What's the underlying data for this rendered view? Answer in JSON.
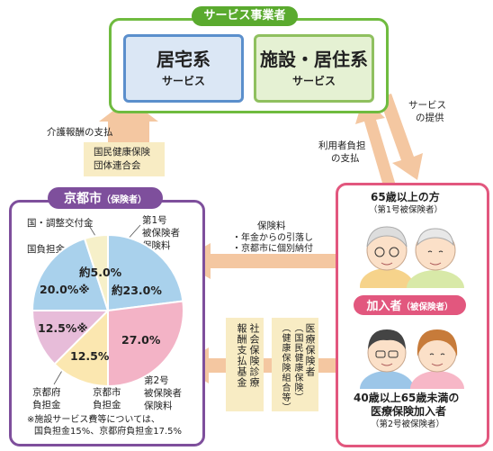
{
  "provider": {
    "title": "サービス事業者",
    "home": {
      "title": "居宅系",
      "sub": "サービス"
    },
    "facility": {
      "title": "施設・居住系",
      "sub": "サービス"
    }
  },
  "flows": {
    "remuneration_payment": "介護報酬の支払",
    "federation": [
      "国民健康保険",
      "団体連合会"
    ],
    "service_provision": [
      "サービス",
      "の提供"
    ],
    "user_copay": [
      "利用者負担",
      "の支払"
    ],
    "premium": {
      "title": "保険料",
      "line1": "・年金からの引落し",
      "line2": "・京都市に個別納付"
    },
    "fund": [
      "社会保険診療",
      "報酬支払基金"
    ],
    "insurers": [
      "医療保険者",
      "（国民健康保険）",
      "（健康保険組合等）"
    ]
  },
  "city": {
    "title": "京都市",
    "sub": "（保険者）",
    "labels": {
      "national_adj": "国・調整交付金",
      "national": "国負担金",
      "cat1": [
        "第1号",
        "被保険者",
        "保険料"
      ],
      "cat2": [
        "第2号",
        "被保険者",
        "保険料"
      ],
      "prefecture": [
        "京都府",
        "負担金"
      ],
      "city": [
        "京都市",
        "負担金"
      ]
    },
    "note": [
      "※施設サービス費等については、",
      "国負担金15%、京都府負担金17.5%"
    ]
  },
  "members": {
    "over65": {
      "title": "65歳以上の方",
      "sub": "（第1号被保険者）"
    },
    "badge": {
      "title": "加入者",
      "sub": "（被保険者）"
    },
    "age40": {
      "title1": "40歳以上65歳未満の",
      "title2": "医療保険加入者",
      "sub": "（第2号被保険者）"
    }
  },
  "chart_data": {
    "type": "pie",
    "slices": [
      {
        "label": "第1号被保険者保険料",
        "value": 23.0,
        "display": "約23.0%",
        "color": "#a9d1ec"
      },
      {
        "label": "第2号被保険者保険料",
        "value": 27.0,
        "display": "27.0%",
        "color": "#f3b3c6"
      },
      {
        "label": "京都市負担金",
        "value": 12.5,
        "display": "12.5%",
        "color": "#fbe7b0"
      },
      {
        "label": "京都府負担金",
        "value": 12.5,
        "display": "12.5%※",
        "color": "#e7bcd9"
      },
      {
        "label": "国負担金",
        "value": 20.0,
        "display": "20.0%※",
        "color": "#a9d1ec"
      },
      {
        "label": "国・調整交付金",
        "value": 5.0,
        "display": "約5.0%",
        "color": "#f6f0c9"
      }
    ]
  },
  "colors": {
    "green": "#5aaa2e",
    "purple": "#7e4f9c",
    "pink": "#e2577e",
    "arrow": "#f4c7a1",
    "cream": "#f8ecc4"
  }
}
